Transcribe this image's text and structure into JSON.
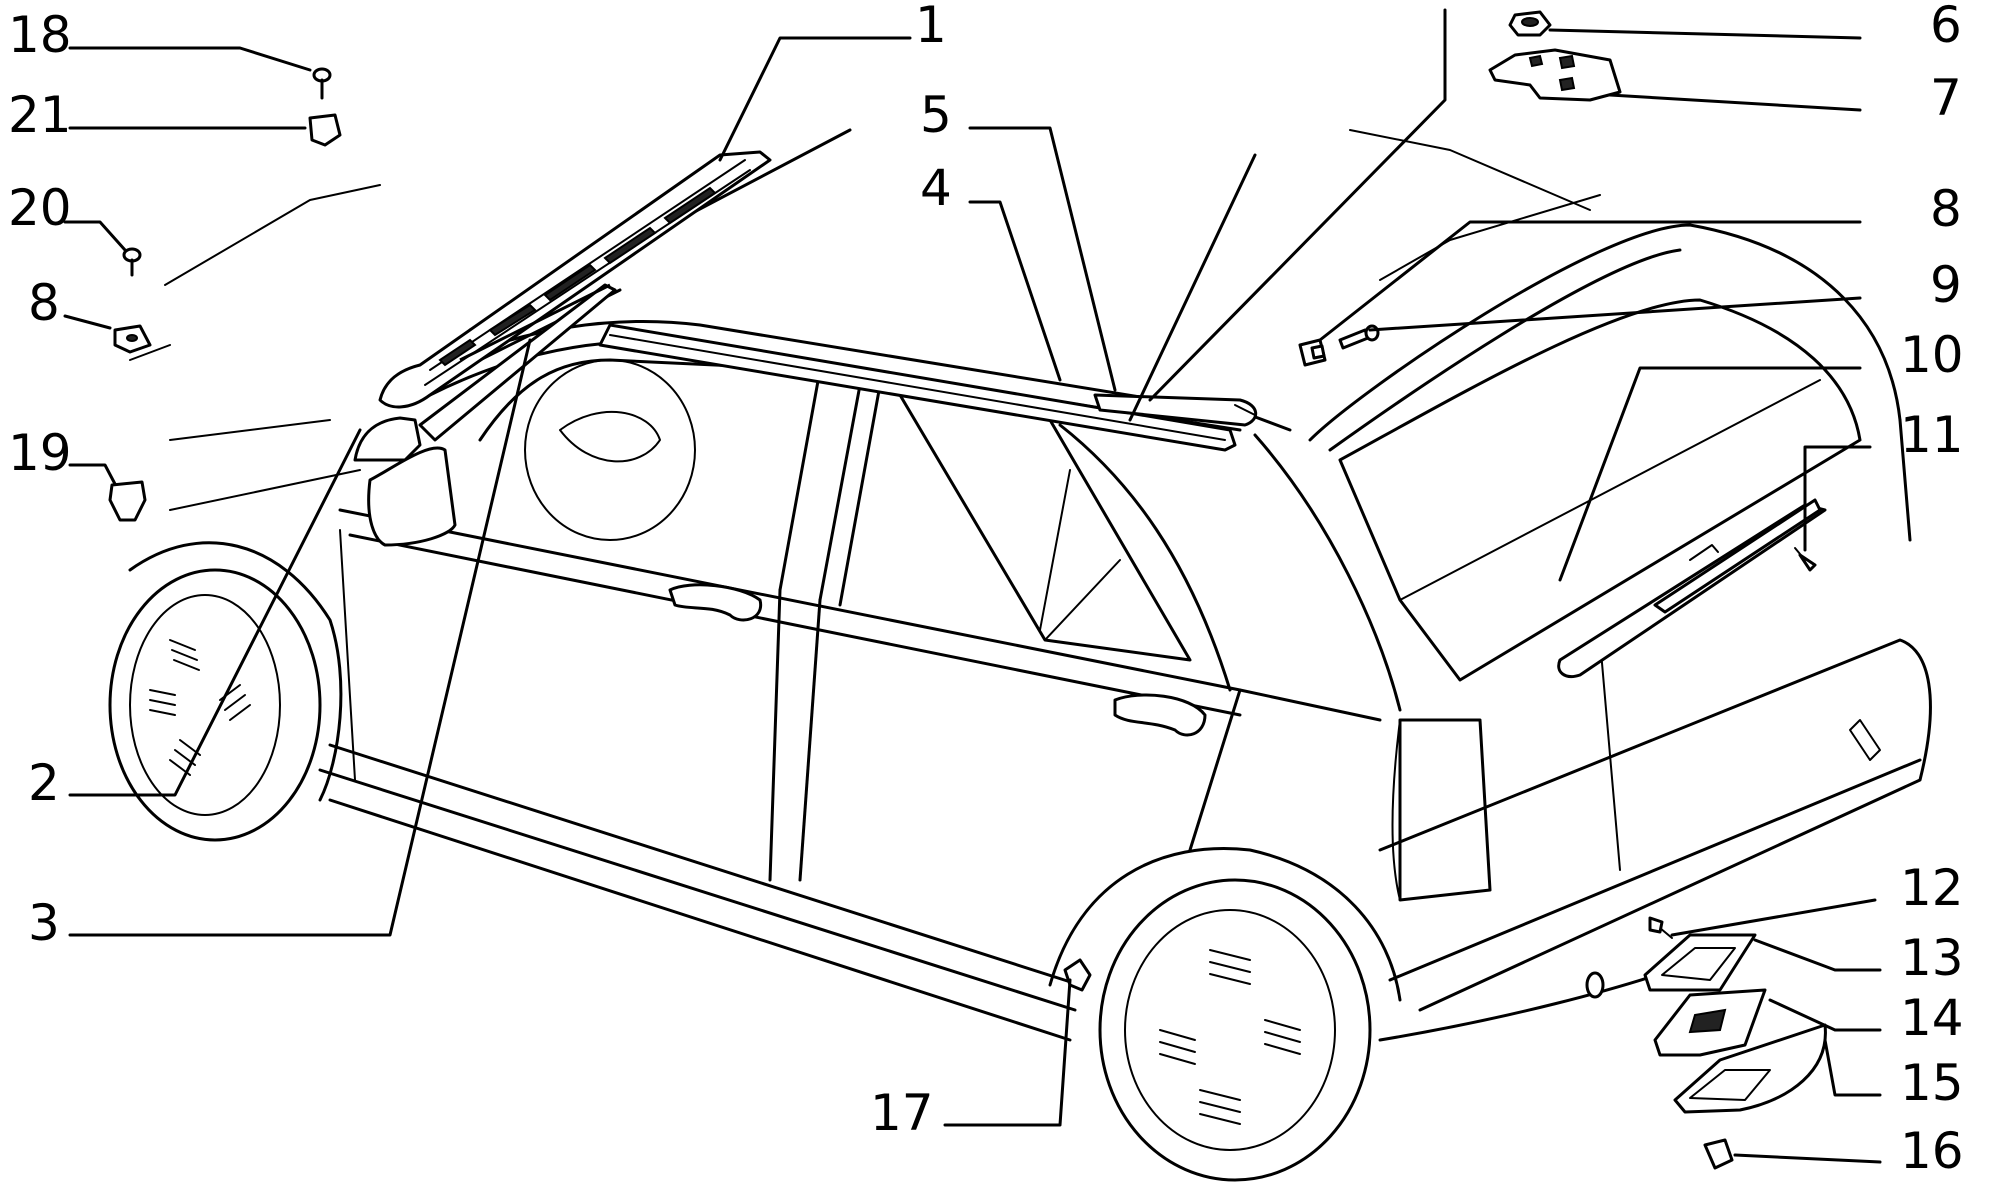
{
  "callouts": [
    "1",
    "2",
    "3",
    "4",
    "5",
    "6",
    "7",
    "8",
    "9",
    "10",
    "11",
    "12",
    "13",
    "14",
    "15",
    "16",
    "17",
    "18",
    "19",
    "20",
    "21"
  ],
  "left_labels": {
    "n18": "18",
    "n21": "21",
    "n20": "20",
    "n8": "8",
    "n19": "19",
    "n2": "2",
    "n3": "3",
    "n17": "17"
  },
  "right_labels": {
    "n6": "6",
    "n7": "7",
    "n8": "8",
    "n9": "9",
    "n10": "10",
    "n11": "11",
    "n12": "12",
    "n13": "13",
    "n14": "14",
    "n15": "15",
    "n16": "16"
  },
  "top_labels": {
    "n1": "1",
    "n5": "5",
    "n4": "4"
  }
}
